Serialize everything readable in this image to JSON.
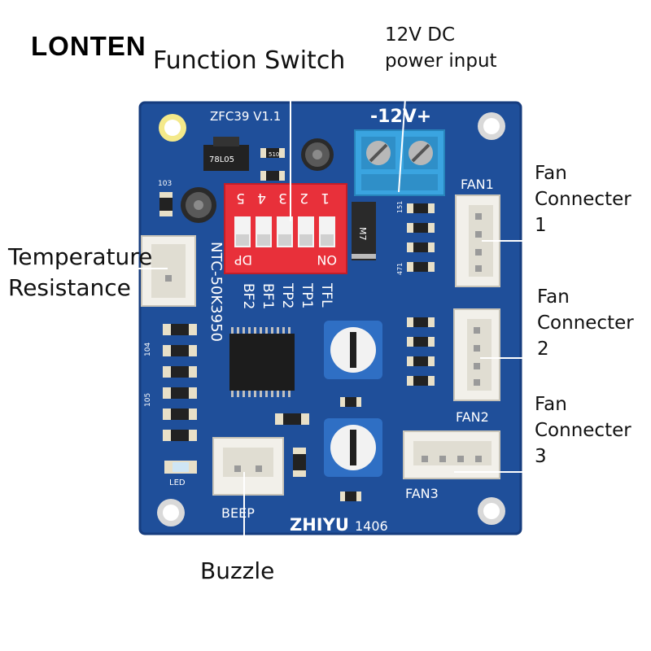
{
  "brand": {
    "name": "LONTEN"
  },
  "callouts": {
    "function_switch": "Function Switch",
    "power_input": [
      "12V DC",
      "power input"
    ],
    "temperature_resistance": [
      "Temperature",
      "Resistance"
    ],
    "fan1": [
      "Fan",
      "Connecter",
      "1"
    ],
    "fan2": [
      "Fan",
      "Connecter",
      "2"
    ],
    "fan3": [
      "Fan",
      "Connecter",
      "3"
    ],
    "buzzle": "Buzzle"
  },
  "board": {
    "model": "ZFC39  V1.1",
    "maker": "ZHIYU",
    "maker_code": "1406",
    "voltage_label": "-12V+",
    "regulator": "78L05",
    "sensor": "NTC-50K3950",
    "dip_numbers": [
      "5",
      "4",
      "3",
      "2",
      "1"
    ],
    "dip_dp": "DP",
    "dip_on": "ON",
    "function_labels": [
      "TFL",
      "TP1",
      "TP2",
      "BF1",
      "BF2"
    ],
    "fan_labels": [
      "FAN1",
      "FAN2",
      "FAN3"
    ],
    "beep_label": "BEEP",
    "led_label": "LED",
    "resistor_codes": {
      "r103": "103",
      "r104": "104",
      "r105": "105",
      "r151": "151",
      "r471": "471",
      "r510": "510",
      "m7": "M7"
    },
    "colors": {
      "pcb": "#1f4f9a",
      "pcb_edge": "#173f82",
      "dip": "#e8303a",
      "terminal": "#3aa4e0",
      "connector": "#f2f0ea"
    }
  }
}
